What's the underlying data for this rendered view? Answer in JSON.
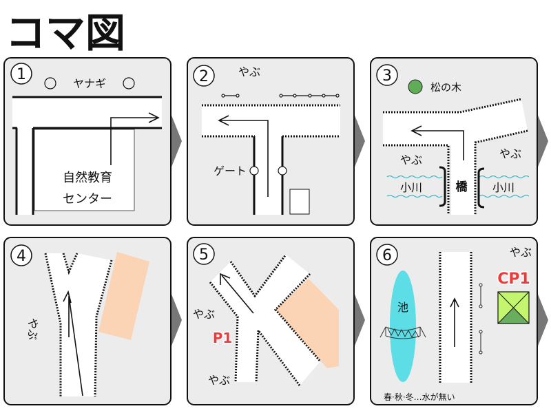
{
  "title": "コマ図",
  "colors": {
    "panel_bg": "#ececec",
    "pine": "#5fae57",
    "water": "#5ddde6",
    "peach": "#fbd3b5",
    "cp_red": "#f03a3a",
    "cp_light": "#c4f56f",
    "cp_dark": "#68ae5e"
  },
  "panels": [
    {
      "number": "1",
      "labels": {
        "tree": "ヤナギ",
        "building_line1": "自然教育",
        "building_line2": "センター"
      }
    },
    {
      "number": "2",
      "labels": {
        "bush": "やぶ",
        "gate": "ゲート"
      }
    },
    {
      "number": "3",
      "labels": {
        "pine": "松の木",
        "bush_left": "やぶ",
        "bush_right": "やぶ",
        "stream_left": "小川",
        "stream_right": "小川",
        "bridge": "橋"
      }
    },
    {
      "number": "4",
      "labels": {
        "bush": "やぶ"
      }
    },
    {
      "number": "5",
      "labels": {
        "bush_top": "やぶ",
        "bush_bottom": "やぶ",
        "point": "P1"
      }
    },
    {
      "number": "6",
      "labels": {
        "bush": "やぶ",
        "checkpoint": "CP1",
        "pond": "池",
        "note": "春·秋·冬…水が無い"
      }
    }
  ]
}
